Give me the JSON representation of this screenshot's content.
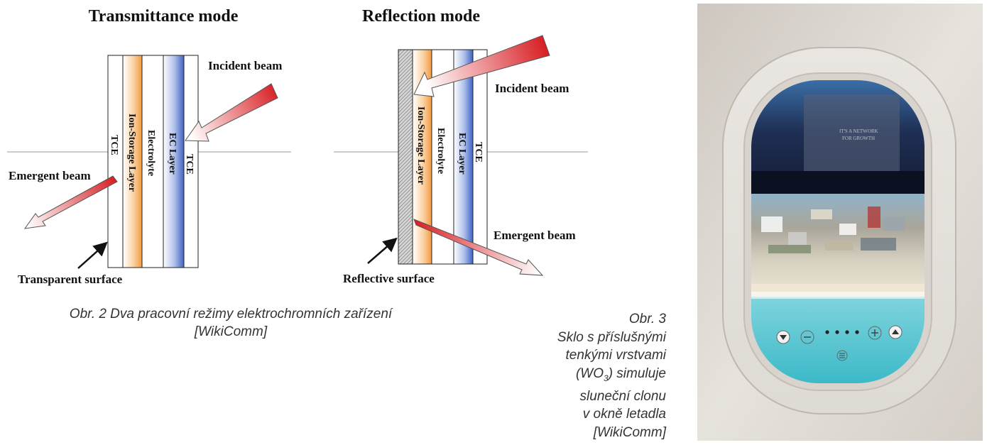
{
  "left_diagram": {
    "title": "Transmittance mode",
    "layers": [
      "TCE",
      "Ion-Storage Layer",
      "Electrolyte",
      "EC Layer",
      "TCE"
    ],
    "incident_label": "Incident beam",
    "emergent_label": "Emergent beam",
    "surface_label": "Transparent surface"
  },
  "right_diagram": {
    "title": "Reflection mode",
    "layers": [
      "Ion-Storage Layer",
      "Electrolyte",
      "EC Layer",
      "TCE"
    ],
    "incident_label": "Incident beam",
    "emergent_label": "Emergent beam",
    "surface_label": "Reflective surface"
  },
  "caption_fig2": {
    "line1": "Obr. 2  Dva pracovní režimy elektrochromních zařízení",
    "line2": "[WikiComm]"
  },
  "caption_fig3": {
    "line1": "Obr. 3",
    "line2": "Sklo s příslušnými",
    "line3": "tenkými vrstvami",
    "line4_pre": "(WO",
    "line4_sub": "3",
    "line4_post": ") simuluje",
    "line5": "sluneční clonu",
    "line6": "v okně letadla",
    "line7": "[WikiComm]"
  },
  "photo": {
    "window_text_line1": "IT'S A NETWORK",
    "window_text_line2": "FOR GROWTH",
    "controls": [
      "down-arrow-icon",
      "minus-icon",
      "dots-icon",
      "plus-icon",
      "up-arrow-icon",
      "menu-icon"
    ]
  },
  "colors": {
    "ion_storage": "#f2a24e",
    "ec_layer": "#4a6fc9",
    "beam_red": "#d81f24",
    "reflective_hatch": "#bdbdbd"
  }
}
